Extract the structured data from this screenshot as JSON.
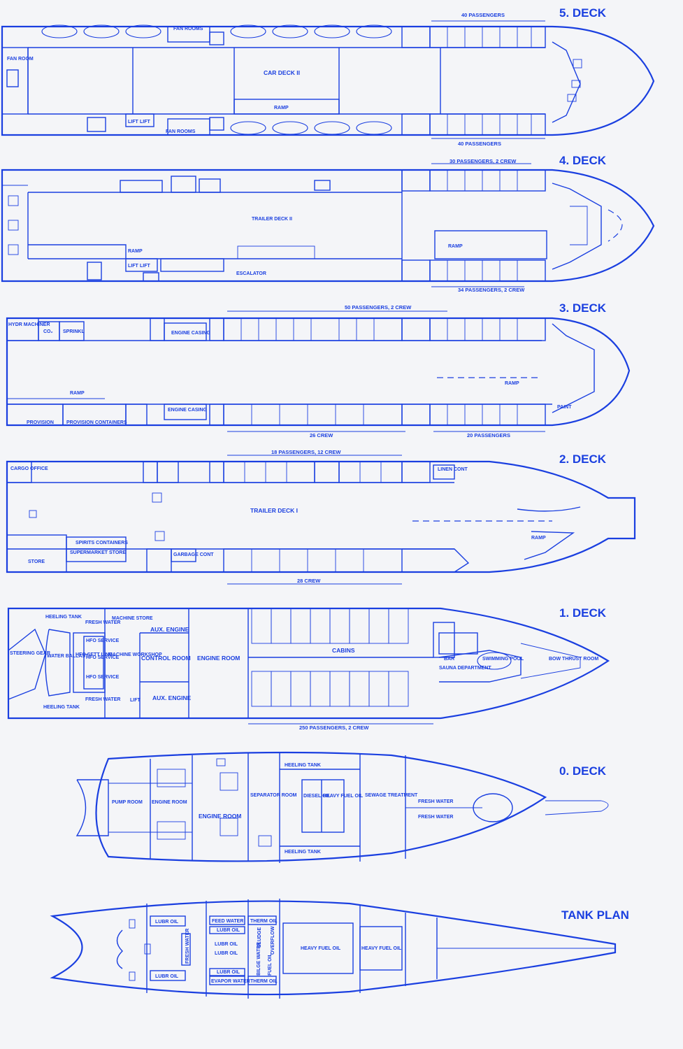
{
  "decks": {
    "d5": {
      "title": "5. DECK",
      "labels": {
        "fan_room": "FAN ROOM",
        "fan_rooms_top": "FAN ROOMS",
        "fan_rooms_bottom": "FAN ROOMS",
        "car_deck": "CAR DECK II",
        "ramp": "RAMP",
        "lift1": "LIFT",
        "lift2": "LIFT",
        "pax_top": "40 PASSENGERS",
        "pax_bottom": "40 PASSENGERS"
      }
    },
    "d4": {
      "title": "4. DECK",
      "labels": {
        "trailer_deck": "TRAILER DECK II",
        "ramp_left": "RAMP",
        "ramp_right": "RAMP",
        "escalator": "ESCALATOR",
        "lift1": "LIFT",
        "lift2": "LIFT",
        "pax_top": "30 PASSENGERS, 2 CREW",
        "pax_bottom": "34 PASSENGERS, 2 CREW"
      }
    },
    "d3": {
      "title": "3. DECK",
      "labels": {
        "hydr": "HYDR MACHINER",
        "co2": "CO₂",
        "sprinkl": "SPRINKL",
        "engine_casing_top": "ENGINE CASING",
        "engine_casing_bottom": "ENGINE CASING",
        "ramp_left": "RAMP",
        "ramp_right": "RAMP",
        "provision": "PROVISION",
        "provision_containers": "PROVISION CONTAINERS",
        "paint": "PAINT",
        "pax_top": "50 PASSENGERS,  2 CREW",
        "crew_bottom": "26 CREW",
        "pax_bottom": "20 PASSENGERS"
      }
    },
    "d2": {
      "title": "2. DECK",
      "labels": {
        "cargo_office": "CARGO OFFICE",
        "trailer_deck": "TRAILER DECK I",
        "spirits": "SPIRITS  CONTAINERS",
        "supermarket": "SUPERMARKET  STORE",
        "store": "STORE",
        "garbage": "GARBAGE CONT",
        "linen": "LINEN CONT",
        "ramp": "RAMP",
        "pax_top": "18 PASSENGERS,  12 CREW",
        "crew_bottom": "28 CREW"
      }
    },
    "d1": {
      "title": "1. DECK",
      "labels": {
        "heeling_top": "HEELING TANK",
        "heeling_bottom": "HEELING TANK",
        "steering_gear": "STEERING GEAR",
        "water_ballast": "WATER BALLAST",
        "fresh_water_top": "FRESH WATER",
        "fresh_water_bottom": "FRESH WATER",
        "hfo1": "HFO SERVICE",
        "hfo2": "HFO SETT LING",
        "hfo3": "HFO SERVICE",
        "hfo4": "HFO SERVICE",
        "machine_store": "MACHINE STORE",
        "machine_workshop": "MACHINE WORKSHOP",
        "aux_top": "AUX. ENGINE",
        "aux_bottom": "AUX. ENGINE",
        "control_room": "CONTROL ROOM",
        "engine_room": "ENGINE ROOM",
        "cabins": "CABINS",
        "sauna": "SAUNA DEPARTMENT",
        "bar": "BAR",
        "pool": "SWIMMING POOL",
        "bow_thrust": "BOW THRUST ROOM",
        "lift": "LIFT",
        "pax_bottom": "250 PASSENGERS, 2 CREW"
      }
    },
    "d0": {
      "title": "0. DECK",
      "labels": {
        "pump_room": "PUMP ROOM",
        "engine_room_a": "ENGINE ROOM",
        "engine_room_b": "ENGINE ROOM",
        "separator": "SEPARATOR ROOM",
        "heeling_top": "HEELING TANK",
        "heeling_bottom": "HEELING TANK",
        "diesel_oil": "DIESEL OIL",
        "heavy_fuel": "HEAVY FUEL OIL",
        "sewage": "SEWAGE TREATMENT",
        "fresh_water_a": "FRESH  WATER",
        "fresh_water_b": "FRESH  WATER"
      }
    },
    "tank": {
      "title": "TANK  PLAN",
      "labels": {
        "lubr_top": "LUBR OIL",
        "lubr_bottom": "LUBR OIL",
        "fresh_water": "FRESH WATER",
        "feed_water": "FEED WATER",
        "lubr_a": "LUBR OIL",
        "lubr_b": "LUBR OIL",
        "lubr_c": "LUBR OIL",
        "lubr_d": "LUBR OIL",
        "evapor": "EVAPOR WATER",
        "therm_top": "THERM OIL",
        "therm_bottom": "THERM OIL",
        "sludge": "SLUDGE",
        "overflow": "OVERFLOW",
        "bilge": "BILGE WATER",
        "fuel_oil": "FUEL OIL",
        "hfo_a": "HEAVY FUEL OIL",
        "hfo_b": "HEAVY FUEL OIL"
      }
    }
  },
  "colors": {
    "ink": "#1a3fe0",
    "paper": "#f4f5f8"
  }
}
